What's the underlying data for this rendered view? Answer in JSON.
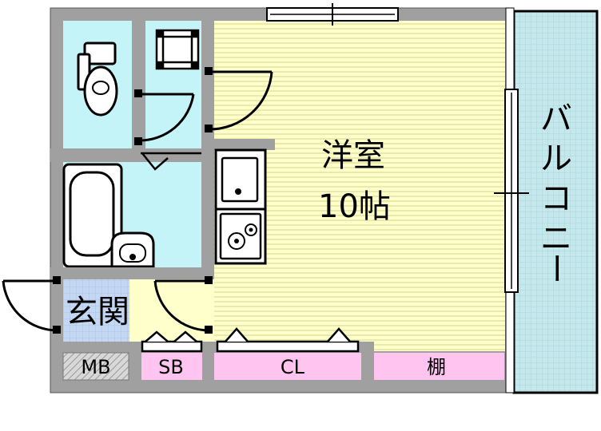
{
  "rooms": {
    "western_room": {
      "name": "洋室",
      "size": "10帖"
    },
    "entrance": "玄関",
    "balcony": [
      "バ",
      "ル",
      "コ",
      "ニ",
      "ー"
    ]
  },
  "storage": {
    "meter_box": "MB",
    "shoe_box": "SB",
    "closet": "CL",
    "shelf": "棚"
  },
  "colors": {
    "wall": "#a0a0a0",
    "room_floor": "#ffffcc",
    "wet_area": "#c4f4f8",
    "storage": "#ffc4f0",
    "balcony": "#c4e8ec",
    "outline": "#000000"
  }
}
